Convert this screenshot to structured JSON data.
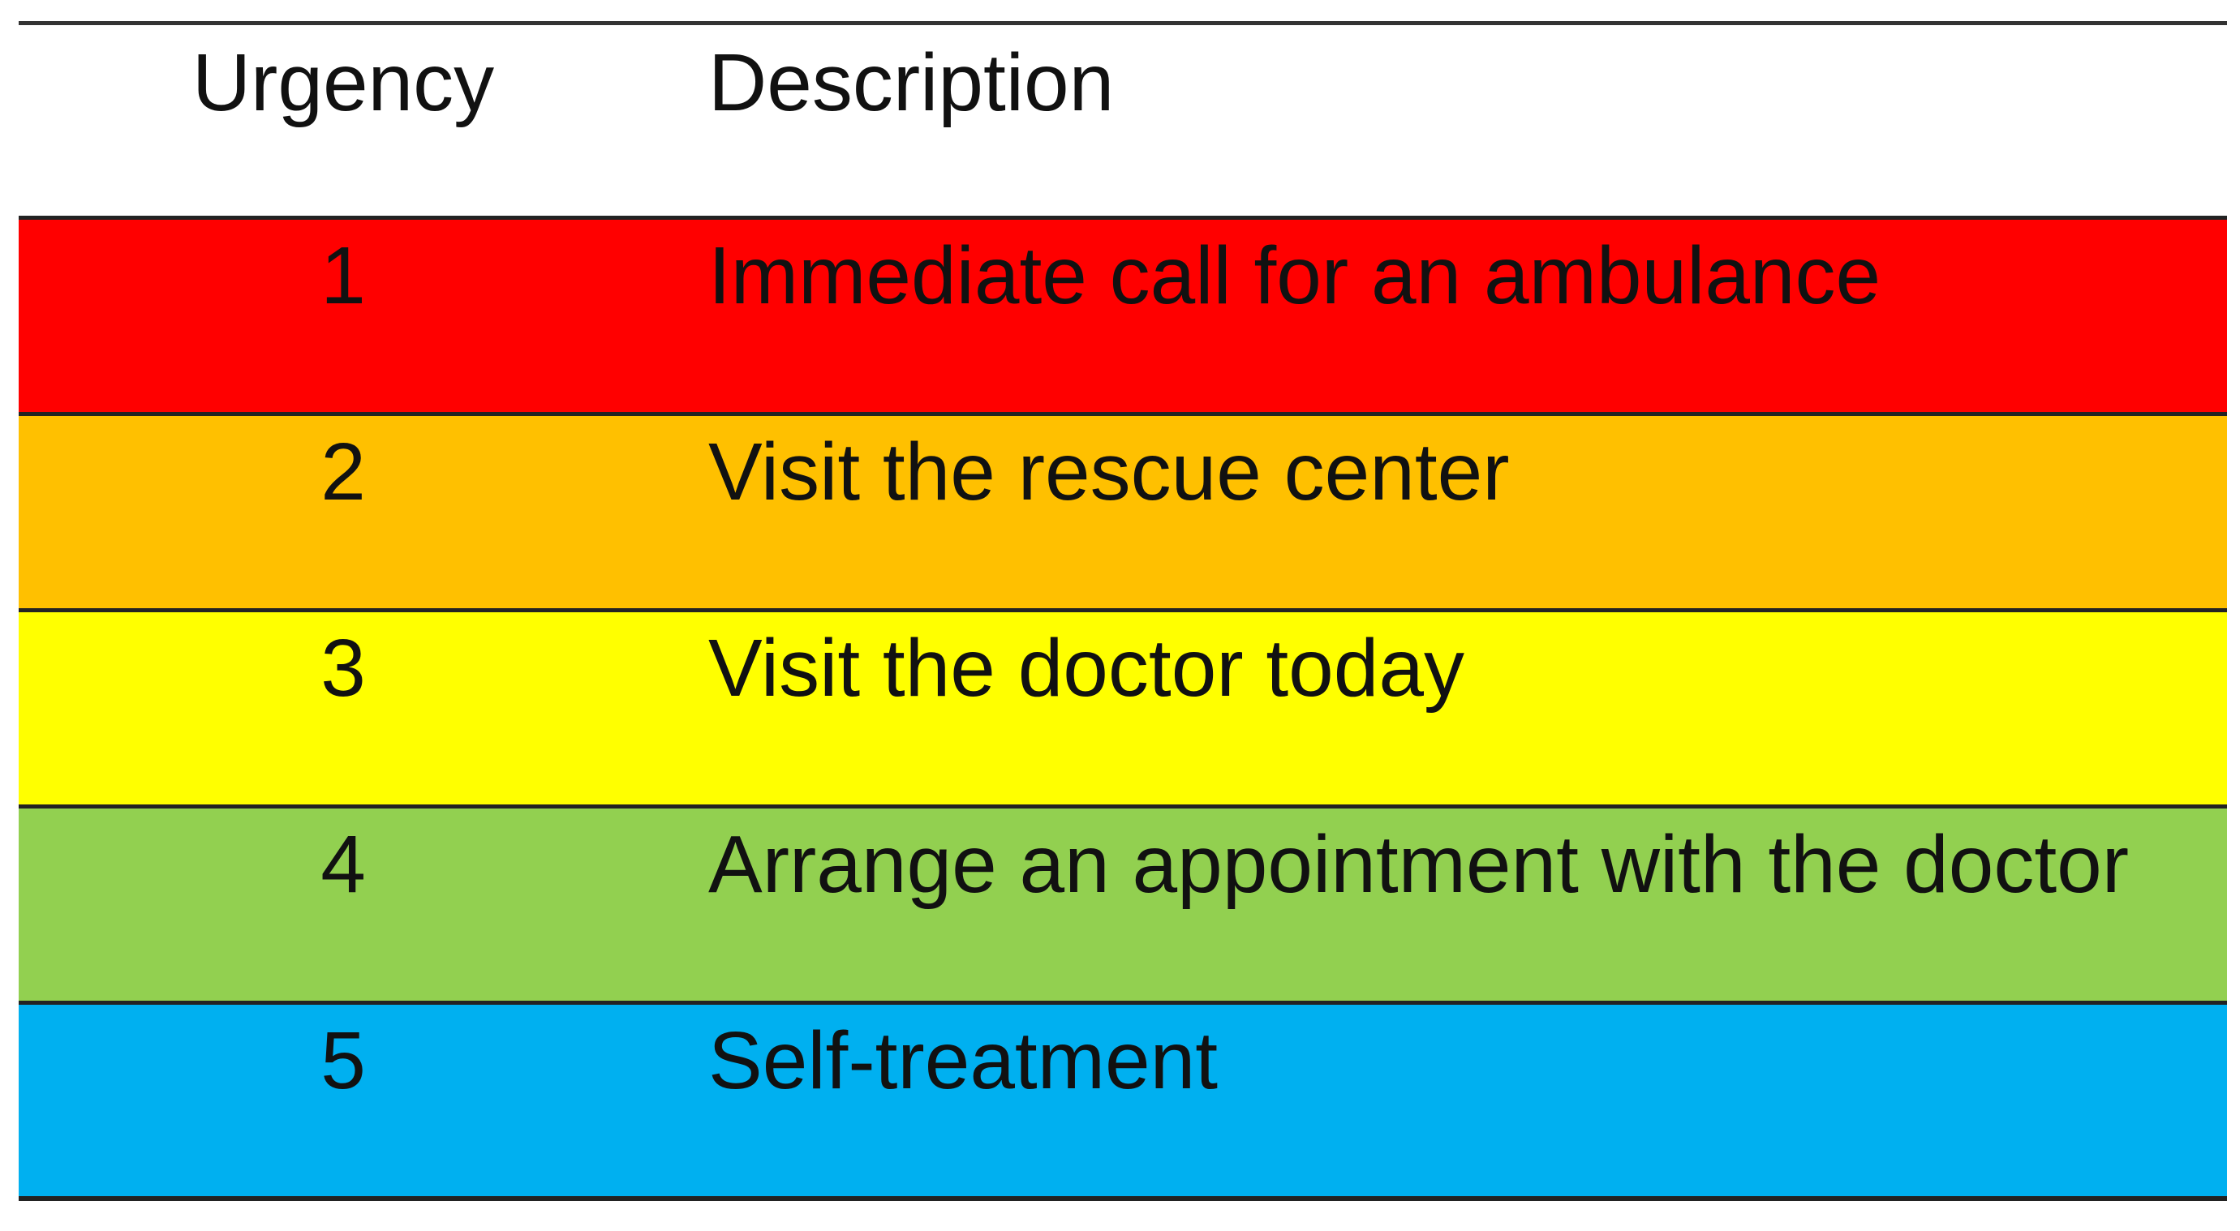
{
  "table": {
    "headers": {
      "urgency": "Urgency",
      "description": "Description"
    },
    "rows": [
      {
        "urgency": "1",
        "description": "Immediate call for an ambulance",
        "color": "#ff0000"
      },
      {
        "urgency": "2",
        "description": "Visit the rescue center",
        "color": "#ffc000"
      },
      {
        "urgency": "3",
        "description": "Visit the doctor today",
        "color": "#ffff00"
      },
      {
        "urgency": "4",
        "description": "Arrange an appointment with the doctor",
        "color": "#92d050"
      },
      {
        "urgency": "5",
        "description": "Self-treatment",
        "color": "#00b0f0"
      }
    ]
  }
}
